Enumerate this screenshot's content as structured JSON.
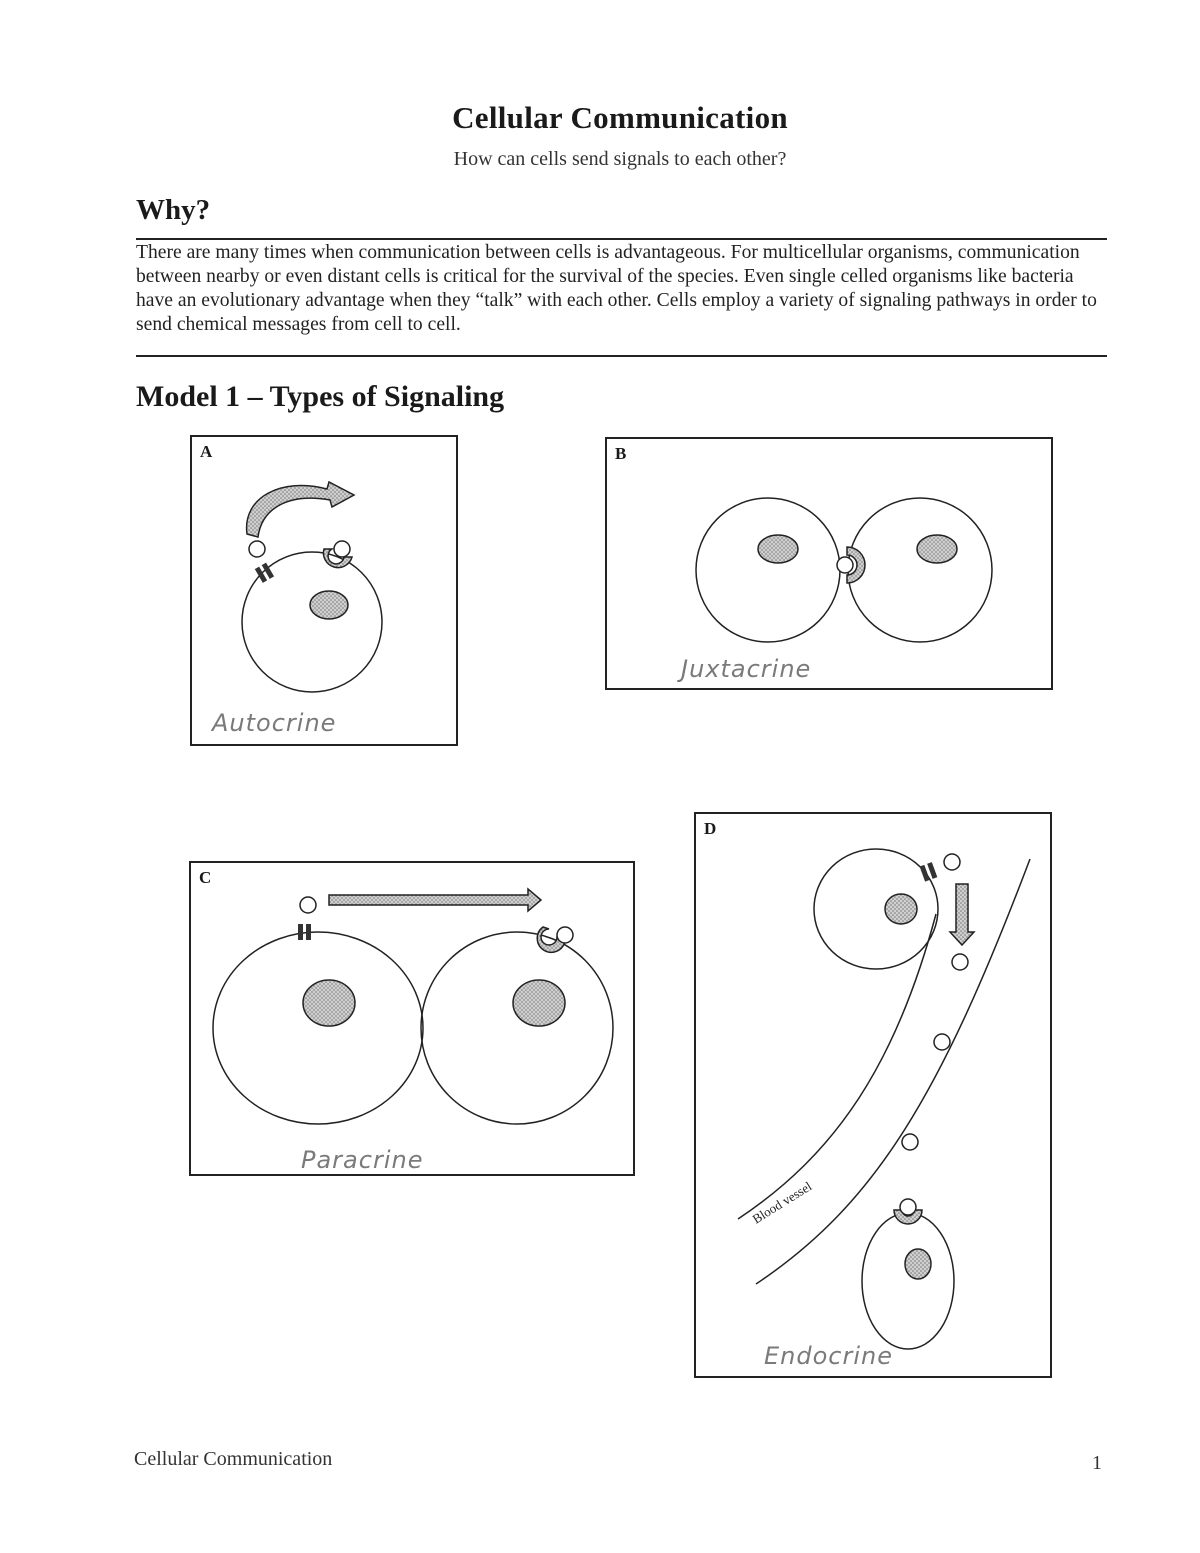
{
  "header": {
    "title": "Cellular Communication",
    "subtitle": "How can cells send signals to each other?"
  },
  "why": {
    "heading": "Why?",
    "body": "There are many times when communication between cells is advantageous. For multicellular organisms, communication between nearby or even distant cells is critical for the survival of the species. Even single celled organisms like bacteria have an evolutionary advantage when they “talk” with each other. Cells employ a variety of signaling pathways in order to send chemical messages from cell to cell."
  },
  "model": {
    "heading": "Model 1 – Types of Signaling",
    "panels": [
      {
        "letter": "A",
        "handwritten_caption": "Autocrine"
      },
      {
        "letter": "B",
        "handwritten_caption": "Juxtacrine"
      },
      {
        "letter": "C",
        "handwritten_caption": "Paracrine"
      },
      {
        "letter": "D",
        "handwritten_caption": "Endocrine",
        "vessel_label": "Blood vessel"
      }
    ]
  },
  "footer": {
    "title": "Cellular Communication",
    "page_number": "1"
  }
}
